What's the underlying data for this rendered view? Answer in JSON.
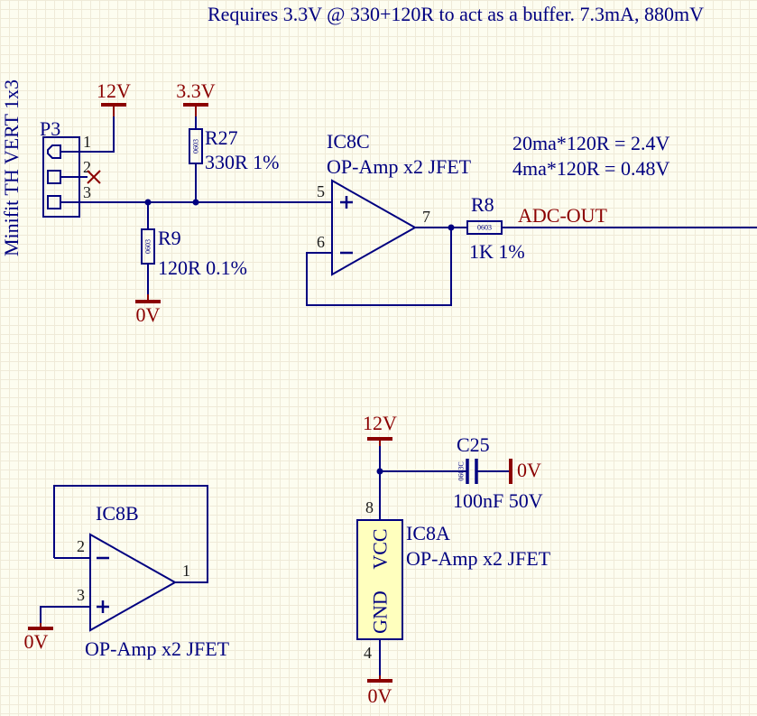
{
  "annotations": {
    "top_note": "Requires 3.3V @ 330+120R to act as a buffer. 7.3mA, 880mV",
    "side_note": "Minifit TH VERT 1x3",
    "calc_line1": "20ma*120R = 2.4V",
    "calc_line2": "4ma*120R = 0.48V"
  },
  "net_labels": {
    "adc_out": "ADC-OUT"
  },
  "power_ports": {
    "v12_p3": "12V",
    "v33_r27": "3.3V",
    "gnd_r9": "0V",
    "gnd_ic8b": "0V",
    "v12_ic8a": "12V",
    "gnd_ic8a": "0V",
    "gnd_c25": "0V"
  },
  "components": {
    "p3": {
      "designator": "P3",
      "pin1": "1",
      "pin2": "2",
      "pin3": "3"
    },
    "r27": {
      "designator": "R27",
      "value": "330R 1%",
      "footprint": "0603"
    },
    "r9": {
      "designator": "R9",
      "value": "120R 0.1%",
      "footprint": "0603"
    },
    "r8": {
      "designator": "R8",
      "value": "1K 1%",
      "footprint": "0603"
    },
    "c25": {
      "designator": "C25",
      "value": "100nF 50V",
      "footprint": "0603C"
    },
    "ic8c": {
      "designator": "IC8C",
      "comment": "OP-Amp x2 JFET",
      "pin_plus": "5",
      "pin_minus": "6",
      "pin_out": "7"
    },
    "ic8b": {
      "designator": "IC8B",
      "comment": "OP-Amp x2 JFET",
      "pin_minus": "2",
      "pin_plus": "3",
      "pin_out": "1"
    },
    "ic8a": {
      "designator": "IC8A",
      "comment": "OP-Amp x2 JFET",
      "pin_vcc_num": "8",
      "pin_gnd_num": "4",
      "pin_vcc_name": "VCC",
      "pin_gnd_name": "GND"
    }
  },
  "colors": {
    "wire": "#000080",
    "label_text": "#000080",
    "power_red": "#8B0000",
    "pin_number": "#1a1a1a",
    "ic_body_fill": "#FFFFBE",
    "background": "#FDFDF0"
  }
}
